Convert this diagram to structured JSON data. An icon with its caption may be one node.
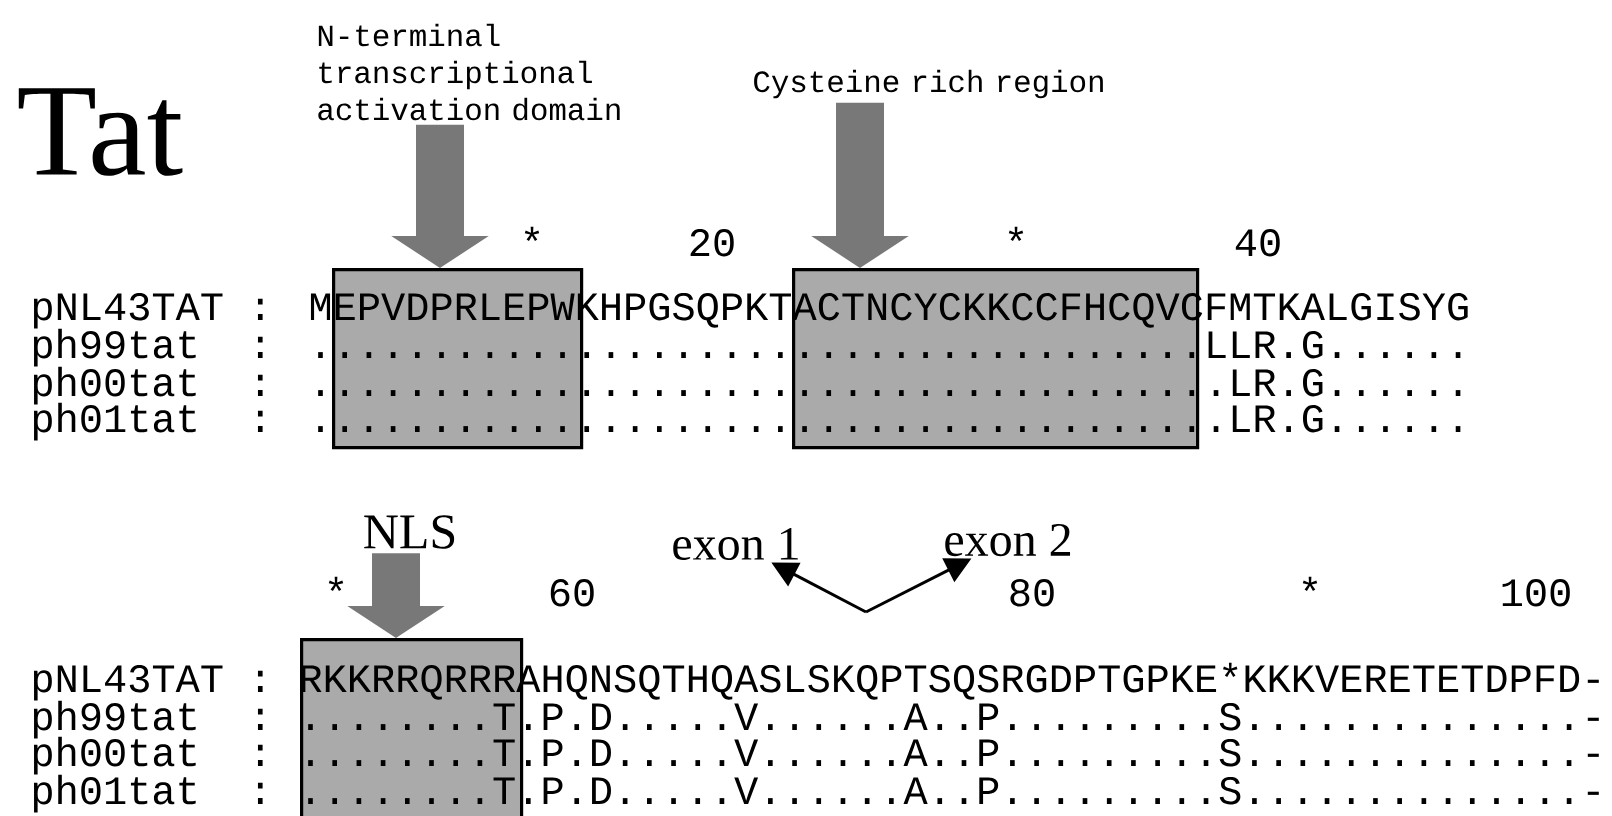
{
  "diagram": {
    "title": "Tat",
    "nodes": [
      {
        "text": [
          "N-terminal transcriptional activation domain"
        ]
      },
      {
        "text": [
          "Cysteine rich region"
        ]
      },
      {
        "text": [
          "NLS"
        ]
      },
      {
        "text": [
          "exon 1"
        ]
      },
      {
        "text": [
          "exon 2"
        ]
      },
      {
        "text": [],
        "shape": "box"
      },
      {
        "text": [],
        "shape": "box"
      },
      {
        "text": [],
        "shape": "box"
      }
    ],
    "edges": [
      {
        "from": 0,
        "to": 5,
        "arrow": "to"
      },
      {
        "from": 1,
        "to": 6,
        "arrow": "to"
      },
      {
        "from": 2,
        "to": 7,
        "arrow": "to"
      },
      {
        "from": null,
        "to": 3,
        "arrow": "to",
        "color": "#000000"
      },
      {
        "from": null,
        "to": 4,
        "arrow": "to",
        "color": "#000000"
      }
    ],
    "labels": [
      "*",
      "20",
      "*",
      "40",
      "pNL43TAT",
      ":",
      "MEPVDPRLEPWKHPGSQPKTACTNCYCKKCCFHCQVCFMTKALGISYG",
      "ph99tat",
      ":",
      ".....................................LLR.G......",
      "ph00tat",
      ":",
      "......................................LR.G......",
      "ph01tat",
      ":",
      "......................................LR.G......",
      "*",
      "60",
      "80",
      "*",
      "100",
      "pNL43TAT",
      ":",
      "RKKRRQRRRAHQNSQTHQASLSKQPTSQSRGDPTGPKE*KKKVERETETDPFD-",
      "ph99tat",
      ":",
      "........T.P.D.....V......A..P.........S..............-",
      "ph00tat",
      ":",
      "........T.P.D.....V......A..P.........S..............-",
      "ph01tat",
      ":",
      "........T.P.D.....V......A..P.........S..............-"
    ]
  }
}
